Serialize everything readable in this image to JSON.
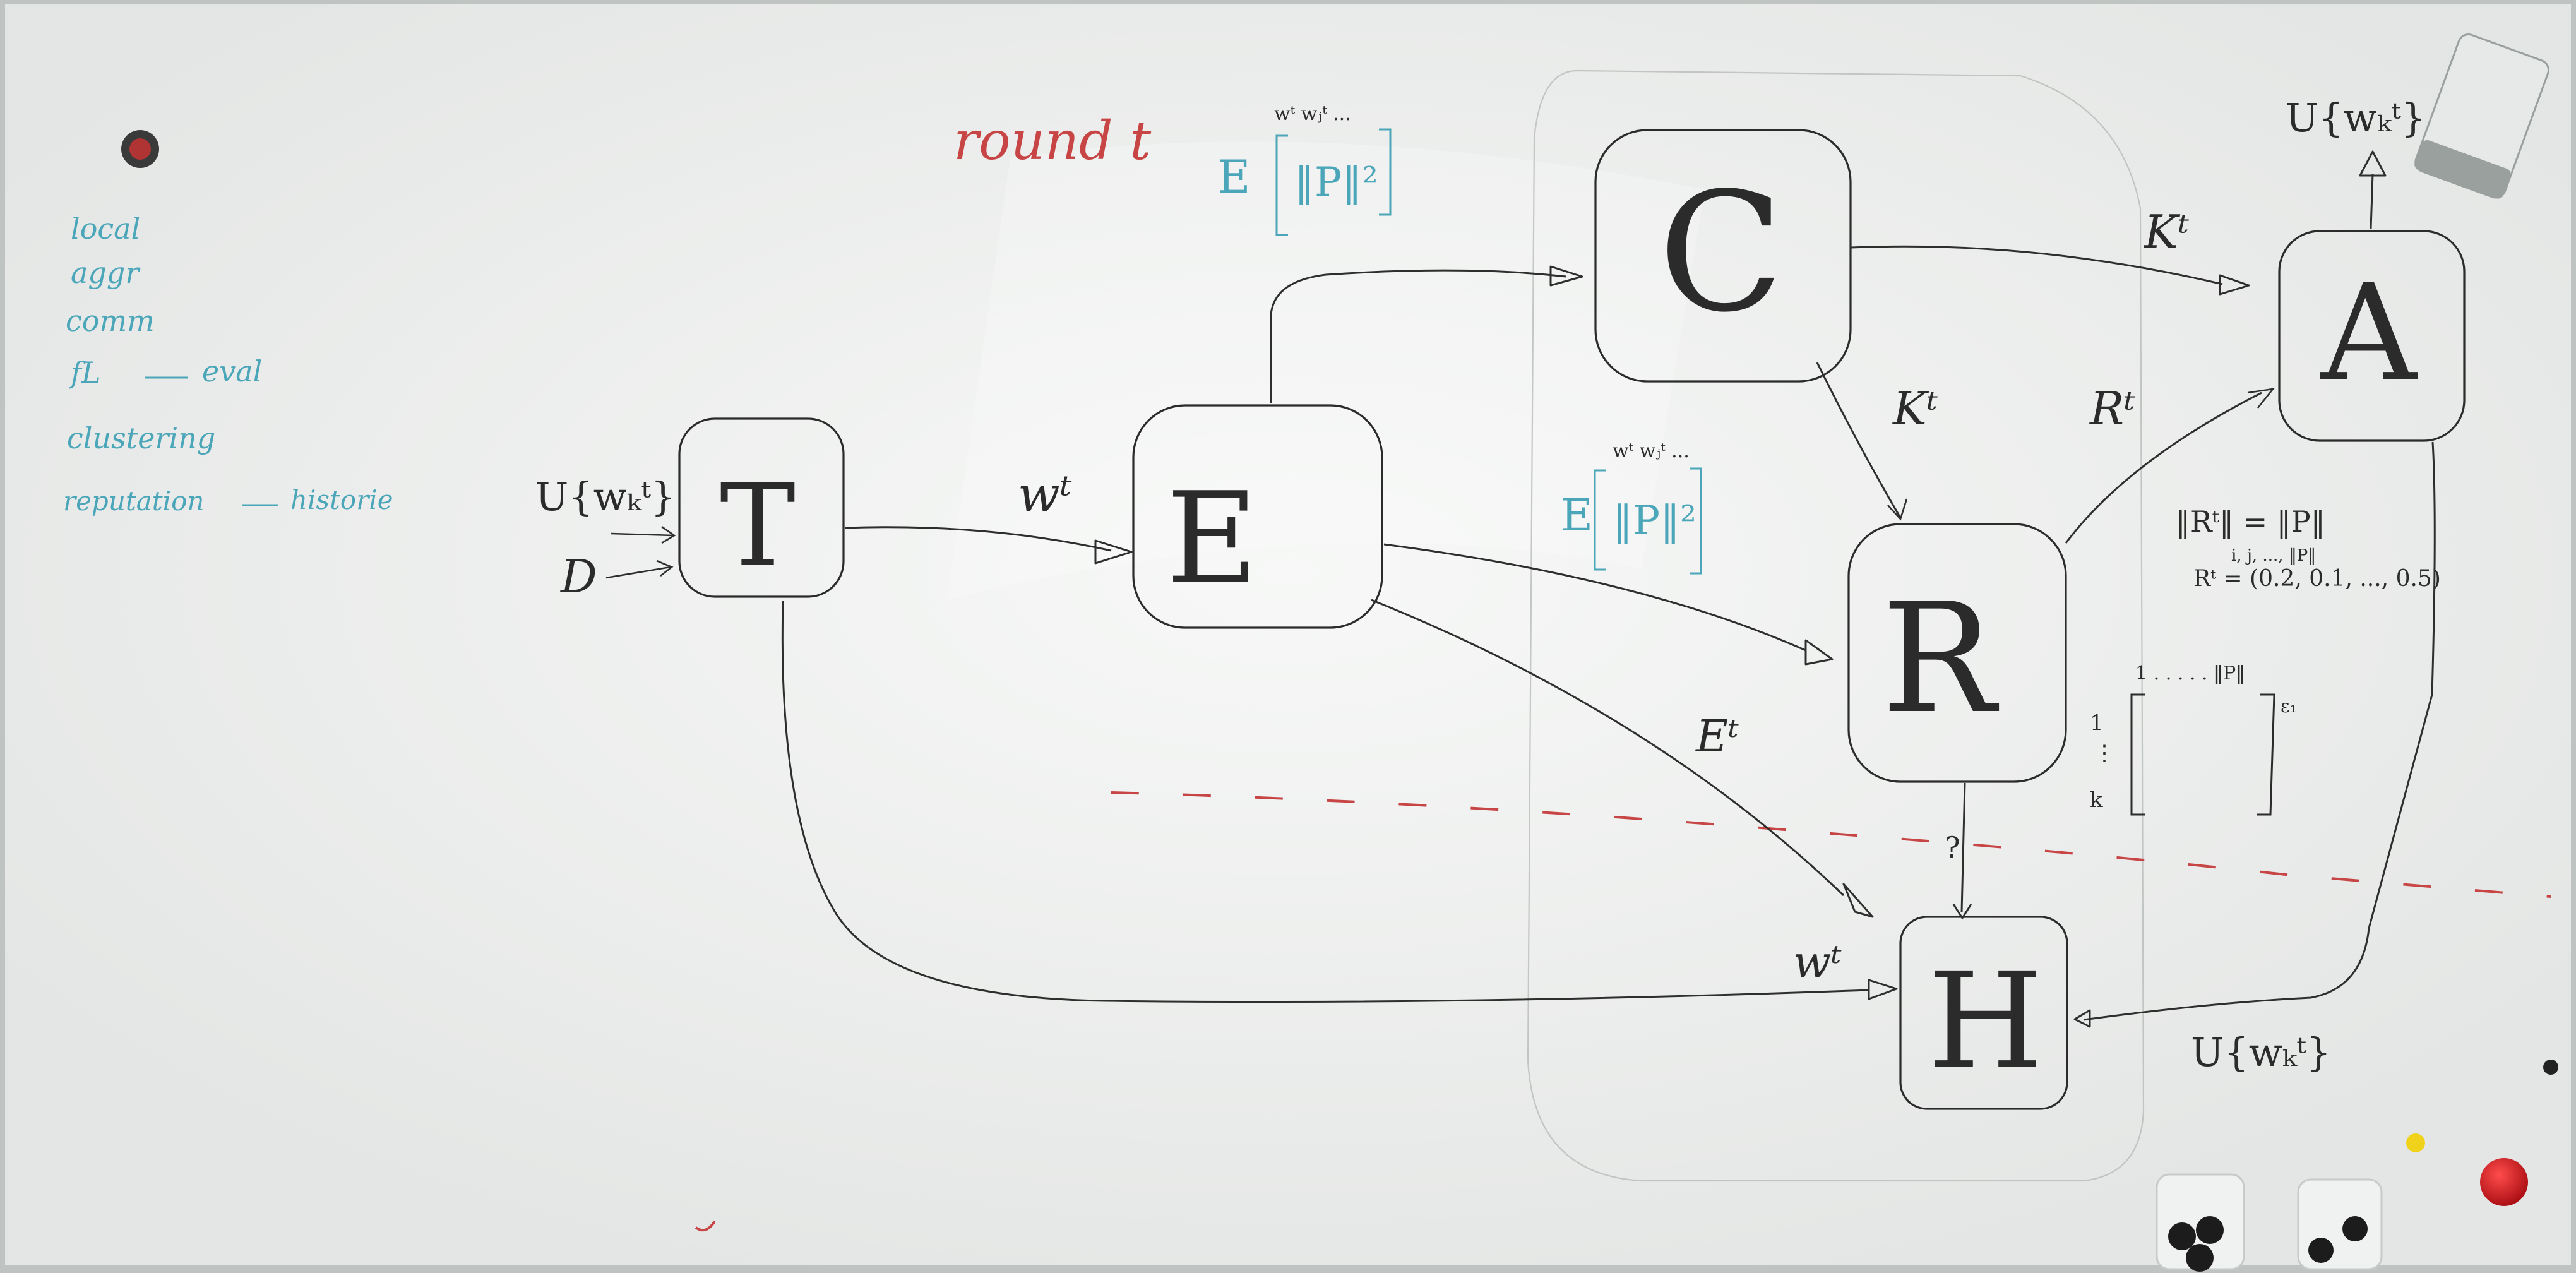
{
  "whiteboard": {
    "topic_list": [
      "local",
      "aggr",
      "comm",
      "fL",
      "eval",
      "clustering",
      "reputation",
      "historie"
    ],
    "round_label": "round t",
    "nodes": {
      "T": "T",
      "E": "E",
      "C": "C",
      "A": "A",
      "R": "R",
      "H": "H"
    },
    "inputs": {
      "union_w": "U{wₖᵗ}",
      "data": "D"
    },
    "edge_labels": {
      "w_T_E": "wᵗ",
      "K_C_A": "Kᵗ",
      "K_C_R": "Kᵗ",
      "R_R_A": "Rᵗ",
      "E_E_H": "Eᵗ",
      "w_T_H": "wᵗ",
      "question": "?",
      "union_A_H": "U{wₖᵗ}",
      "union_A_out": "U{wₖᵗ}"
    },
    "formulas": {
      "top_E": "E",
      "top_sub": "wᵗ wⱼᵗ ...",
      "top_norm": "‖P‖²",
      "mid_E": "E",
      "mid_sub": "wᵗ wⱼᵗ ...",
      "mid_norm": "‖P‖²",
      "r_line1": "‖Rᵗ‖ = ‖P‖",
      "r_line2": "Rᵗ = (0.2, 0.1, ..., 0.5)",
      "r_idx": "i, j, ..., ‖P‖",
      "mat_top": "1 . . . . . ‖P‖",
      "mat_left_1": "1",
      "mat_left_k": "k",
      "mat_sup": "ε₁"
    },
    "colors": {
      "board": "#eceeed",
      "ink_black": "#2b2b2b",
      "ink_teal": "#4aa6b8",
      "ink_red": "#c84545",
      "magnet_red": "#d0141b",
      "magnet_yellow": "#f1d21a"
    }
  }
}
